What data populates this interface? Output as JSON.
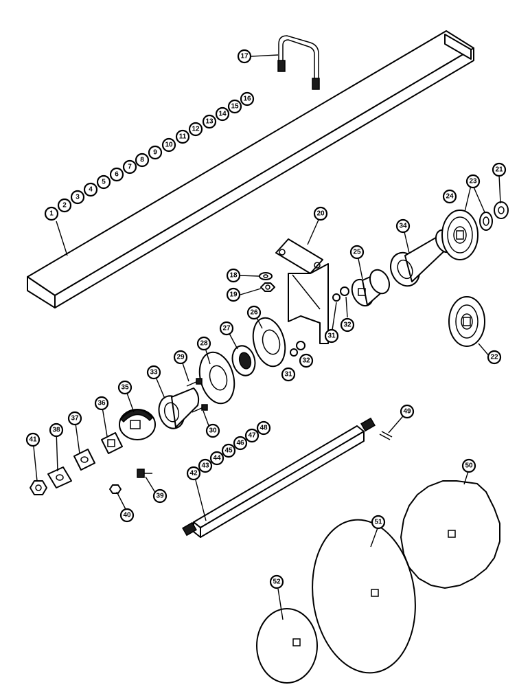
{
  "callouts": [
    "1",
    "2",
    "3",
    "4",
    "5",
    "6",
    "7",
    "8",
    "9",
    "10",
    "11",
    "12",
    "13",
    "14",
    "15",
    "16",
    "17",
    "18",
    "19",
    "20",
    "21",
    "22",
    "23",
    "24",
    "25",
    "26",
    "27",
    "28",
    "29",
    "30",
    "31",
    "31",
    "32",
    "32",
    "33",
    "34",
    "35",
    "36",
    "37",
    "38",
    "39",
    "40",
    "41",
    "42",
    "43",
    "44",
    "45",
    "46",
    "47",
    "48",
    "49",
    "50",
    "51",
    "52"
  ]
}
